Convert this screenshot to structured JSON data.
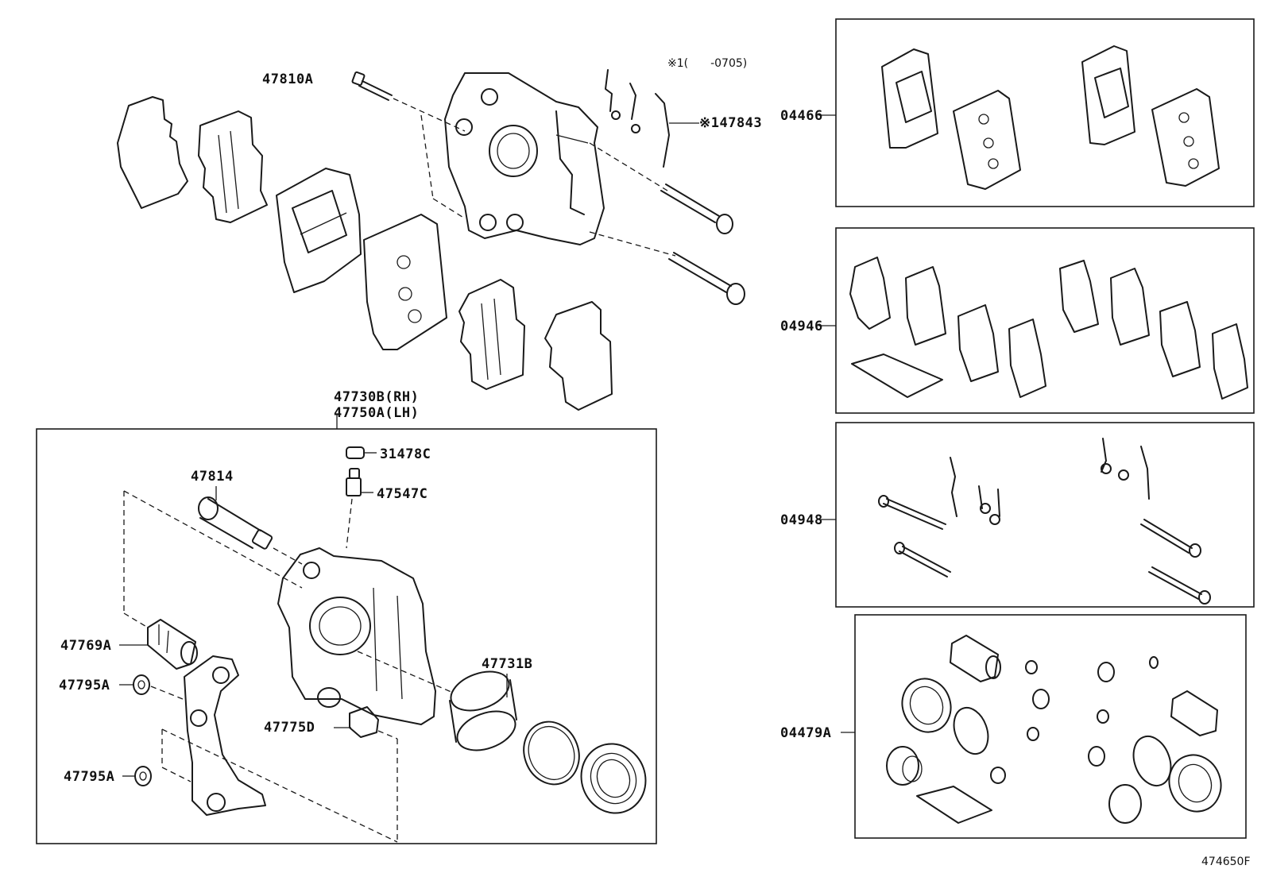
{
  "labels": {
    "p47810A": "47810A",
    "p47843": "※147843",
    "note_0705": "※1(　　-0705)",
    "p47730B": "47730B(RH)",
    "p47750A": "47750A(LH)",
    "p31478C": "31478C",
    "p47547C": "47547C",
    "p47814": "47814",
    "p47769A": "47769A",
    "p47795A_1": "47795A",
    "p47795A_2": "47795A",
    "p47775D": "47775D",
    "p47731B": "47731B",
    "k04466": "04466",
    "k04946": "04946",
    "k04948": "04948",
    "k04479A": "04479A",
    "figure_id": "474650F"
  }
}
